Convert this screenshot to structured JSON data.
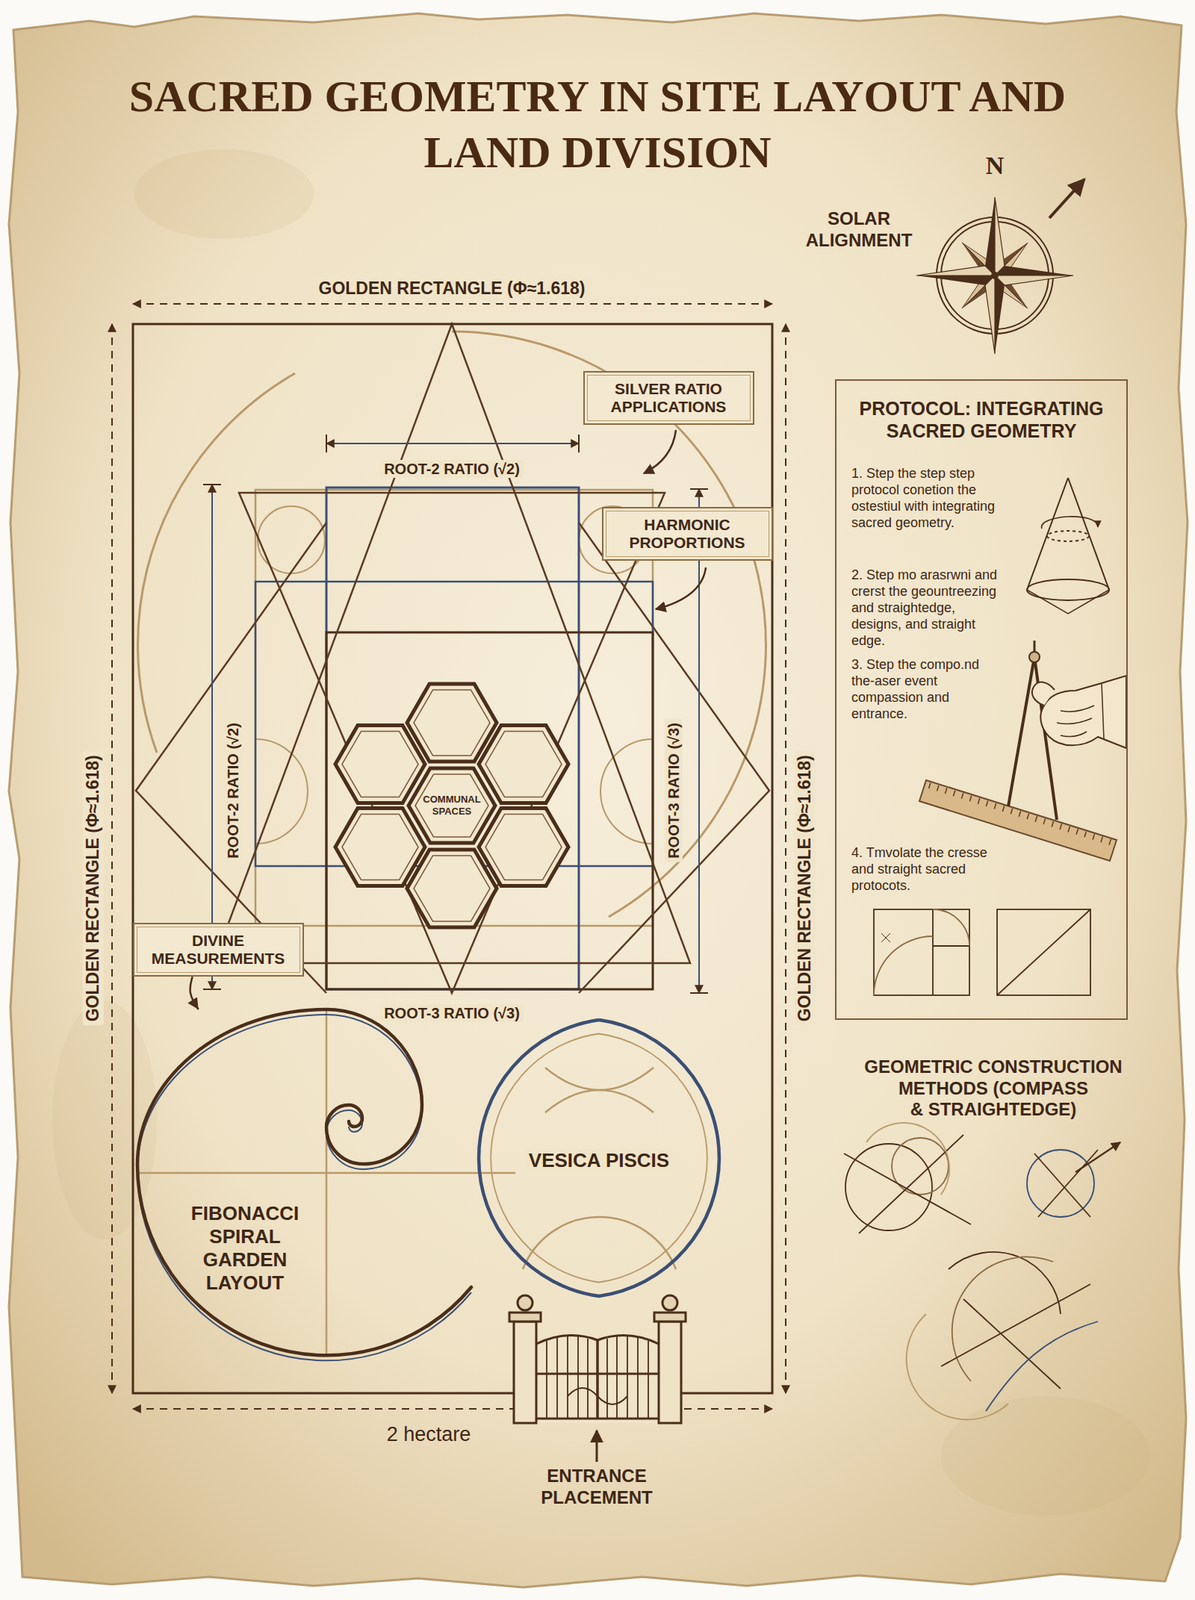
{
  "diagram": {
    "title": "SACRED GEOMETRY IN SITE LAYOUT AND LAND DIVISION",
    "nodes": [
      {
        "text": [
          "SILVER RATIO APPLICATIONS"
        ]
      },
      {
        "text": [
          "PROTOCOL: INTEGRATING SACRED GEOMETRY",
          "1. Step the step step protocol conetion the ostestiul with integrating sacred geometry.",
          "2. Step mo arasrwni and crerst the geountreezing and straightedge, designs, and straight edge.",
          "3. Step the compo.nd the-aser event compassion and entrance.",
          "4. Tmvolate the cresse and straight sacred protocots."
        ]
      },
      {
        "text": [
          "HARMONIC PROPORTIONS"
        ]
      },
      {
        "text": [
          "COMMUNAL SPACES"
        ]
      },
      {
        "text": [
          "DIVINE MEASUREMENTS"
        ]
      },
      {
        "text": [
          "FIBONACCI SPIRAL GARDEN LAYOUT"
        ]
      },
      {
        "text": [
          "VESICA PISCIS"
        ]
      }
    ],
    "edges": [
      {
        "from": 4,
        "to": 5,
        "arrow": "to"
      }
    ],
    "labels": [
      "N",
      "SOLAR ALIGNMENT",
      "GOLDEN RECTANGLE (Φ≈1.618)",
      "ROOT-2 RATIO (√2)",
      "GOLDEN RECTANGLE (Φ≈1.618)",
      "ROOT-2 RATIO (√2)",
      "ROOT-3 RATIO (√3)",
      "GOLDEN RECTANGLE (Φ≈1.618)",
      "ROOT-3 RATIO (√3)",
      "GEOMETRIC CONSTRUCTION METHODS (COMPASS & STRAIGHTEDGE)",
      "2 hectare",
      "ENTRANCE PLACEMENT"
    ]
  }
}
